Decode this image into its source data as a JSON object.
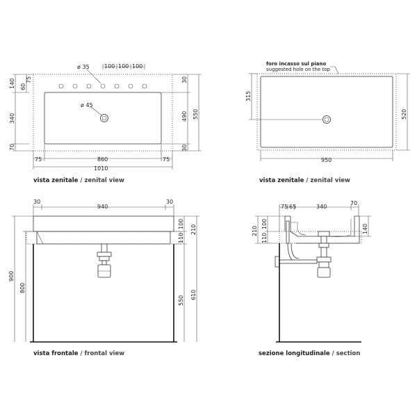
{
  "views": {
    "top_left": {
      "caption_bold": "vista zenitale",
      "caption_rest": " / zenital view",
      "hole_label": "ø 35",
      "drain_label": "ø 45",
      "dims": {
        "top_a": "100",
        "top_b": "100",
        "top_c": "100",
        "left_a": "140",
        "left_b": "60",
        "left_c": "75",
        "left_d": "340",
        "left_e": "70",
        "right_a": "30",
        "right_b": "490",
        "right_c": "30",
        "right_total": "550",
        "bottom_a": "75",
        "bottom_b": "860",
        "bottom_c": "75",
        "bottom_total": "1010"
      }
    },
    "top_right": {
      "caption_bold": "vista zenitale",
      "caption_rest": " / zenital view",
      "note_it": "foro incasso sul piano",
      "note_en": "suggested hole on the top",
      "dims": {
        "left": "315",
        "right": "520",
        "bottom": "950"
      }
    },
    "bottom_left": {
      "caption_bold": "vista frontale",
      "caption_rest": " / frontal view",
      "dims": {
        "top_a": "30",
        "top_b": "940",
        "top_c": "30",
        "left_total": "900",
        "left_b": "800",
        "right_a": "100",
        "right_b": "110",
        "right_c": "210",
        "right_d": "550",
        "right_e": "610"
      }
    },
    "bottom_right": {
      "caption_bold": "sezione longitudinale",
      "caption_rest": " / section",
      "dims": {
        "top_a": "75",
        "top_b": "65",
        "top_c": "340",
        "top_d": "70",
        "left_a": "210",
        "left_b": "100",
        "left_c": "110",
        "right_a": "140"
      }
    }
  }
}
